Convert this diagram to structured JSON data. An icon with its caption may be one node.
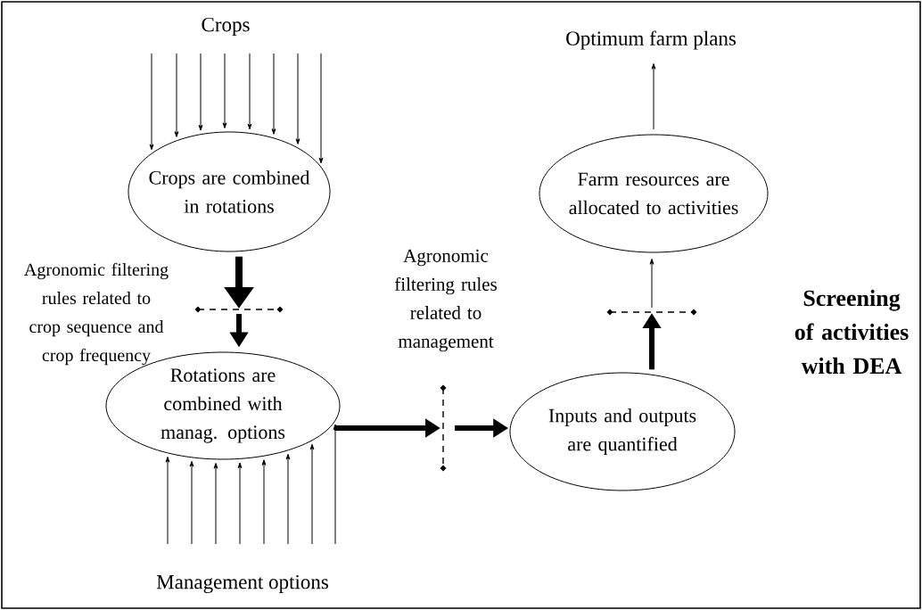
{
  "diagram": {
    "nodes": [
      {
        "text": [
          "Optimum farm plans"
        ]
      },
      {
        "text": [
          "Crops are combined in rotations"
        ]
      },
      {
        "text": [
          "Farm resources are allocated to activities"
        ]
      },
      {
        "text": [],
        "shape": "line"
      },
      {
        "text": [],
        "shape": "line"
      },
      {
        "text": [
          "Rotations are combined with manag. options"
        ]
      },
      {
        "text": [],
        "shape": "line"
      },
      {
        "text": [
          "Inputs and outputs are quantified"
        ]
      }
    ],
    "edges": [
      {
        "from": null,
        "to": 1,
        "arrow": "to"
      },
      {
        "from": null,
        "to": 1,
        "arrow": "to"
      },
      {
        "from": null,
        "to": 1,
        "arrow": "to"
      },
      {
        "from": null,
        "to": 1,
        "arrow": "to"
      },
      {
        "from": null,
        "to": 1,
        "arrow": "to"
      },
      {
        "from": null,
        "to": 1,
        "arrow": "to"
      },
      {
        "from": null,
        "to": 1,
        "arrow": "to"
      },
      {
        "from": null,
        "to": 1,
        "arrow": "to"
      },
      {
        "from": 1,
        "to": 3,
        "arrow": "to",
        "style": "thick"
      },
      {
        "from": 3,
        "to": 5,
        "arrow": "to",
        "style": "thick"
      },
      {
        "from": 5,
        "to": 6,
        "arrow": "to",
        "style": "thick"
      },
      {
        "from": 6,
        "to": 7,
        "arrow": "to",
        "style": "thick"
      },
      {
        "from": 7,
        "to": 4,
        "arrow": "to",
        "style": "thick"
      },
      {
        "from": 4,
        "to": 2,
        "arrow": "to"
      },
      {
        "from": 2,
        "to": 0,
        "arrow": "to"
      },
      {
        "from": null,
        "to": 5,
        "arrow": "to"
      },
      {
        "from": null,
        "to": 5,
        "arrow": "to"
      },
      {
        "from": null,
        "to": 5,
        "arrow": "to"
      },
      {
        "from": null,
        "to": 5,
        "arrow": "to"
      },
      {
        "from": null,
        "to": 5,
        "arrow": "to"
      },
      {
        "from": null,
        "to": 5,
        "arrow": "to"
      },
      {
        "from": null,
        "to": 5,
        "arrow": "to"
      },
      {
        "from": null,
        "to": 5,
        "arrow": "to"
      }
    ],
    "labels": [
      "Crops",
      "Agronomic filtering rules related to crop sequence and crop frequency",
      "Agronomic filtering rules related to management",
      "**Screening  of activities with DEA**",
      "Management options"
    ]
  }
}
